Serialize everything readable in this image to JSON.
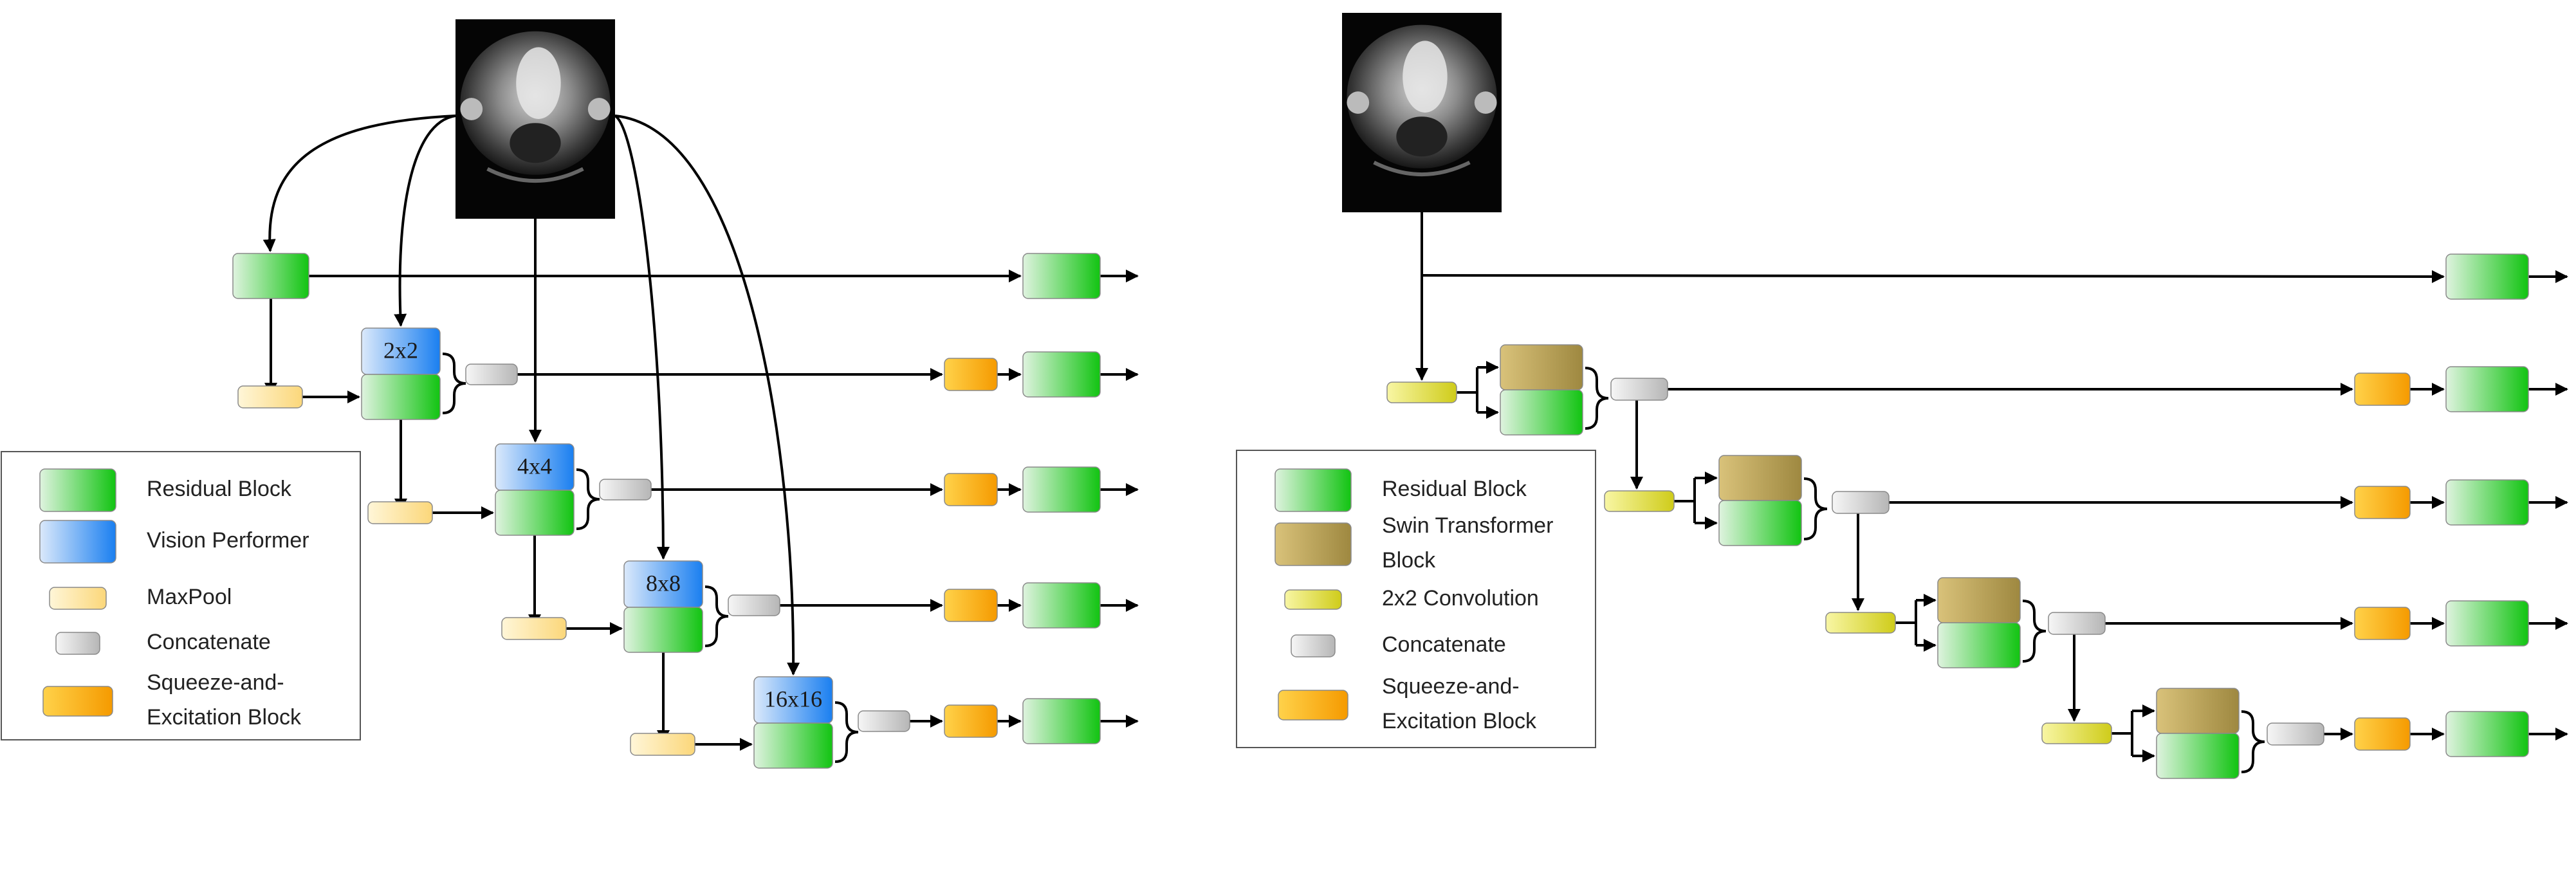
{
  "colors": {
    "residual": [
      "#dff3df",
      "#12c412"
    ],
    "performer": [
      "#dbe9fb",
      "#1a7ff0"
    ],
    "maxpool": [
      "#fff6d8",
      "#fbd77a"
    ],
    "concat": [
      "#f6f6f6",
      "#b6b6b6"
    ],
    "se": [
      "#ffd24a",
      "#f59a00"
    ],
    "swin": [
      "#d9c27a",
      "#9e8840"
    ],
    "conv": [
      "#f8f6a4",
      "#cfcc1a"
    ]
  },
  "left": {
    "performer_labels": [
      "2x2",
      "4x4",
      "8x8",
      "16x16"
    ],
    "legend": [
      {
        "kind": "residual",
        "label": [
          "Residual Block"
        ]
      },
      {
        "kind": "performer",
        "label": [
          "Vision Performer"
        ]
      },
      {
        "kind": "maxpool",
        "label": [
          "MaxPool"
        ]
      },
      {
        "kind": "concat",
        "label": [
          "Concatenate"
        ]
      },
      {
        "kind": "se",
        "label": [
          "Squeeze-and-",
          "Excitation Block"
        ]
      }
    ]
  },
  "right": {
    "legend": [
      {
        "kind": "residual",
        "label": [
          "Residual Block"
        ]
      },
      {
        "kind": "swin",
        "label": [
          "Swin Transformer",
          "Block"
        ]
      },
      {
        "kind": "conv",
        "label": [
          "2x2 Convolution"
        ]
      },
      {
        "kind": "concat",
        "label": [
          "Concatenate"
        ]
      },
      {
        "kind": "se",
        "label": [
          "Squeeze-and-",
          "Excitation Block"
        ]
      }
    ]
  }
}
